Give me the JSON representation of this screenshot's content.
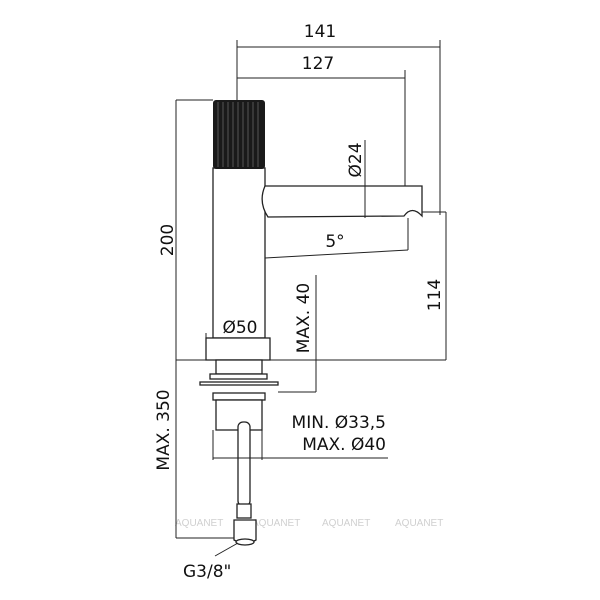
{
  "dimensions": {
    "overall_length": "141",
    "spout_reach": "127",
    "spout_diameter": "Ø24",
    "spout_angle": "5°",
    "spout_height": "114",
    "total_height": "200",
    "base_diameter": "Ø50",
    "max_deck_thickness": "MAX. 40",
    "max_hose_length": "MAX. 350",
    "min_hole_diameter": "MIN. Ø33,5",
    "max_hole_diameter": "MAX. Ø40",
    "connection_thread": "G3/8\""
  },
  "watermark": "AQUANET",
  "colors": {
    "line": "#222222",
    "knob": "#1a1a1a",
    "watermark": "#d0d0d0"
  }
}
